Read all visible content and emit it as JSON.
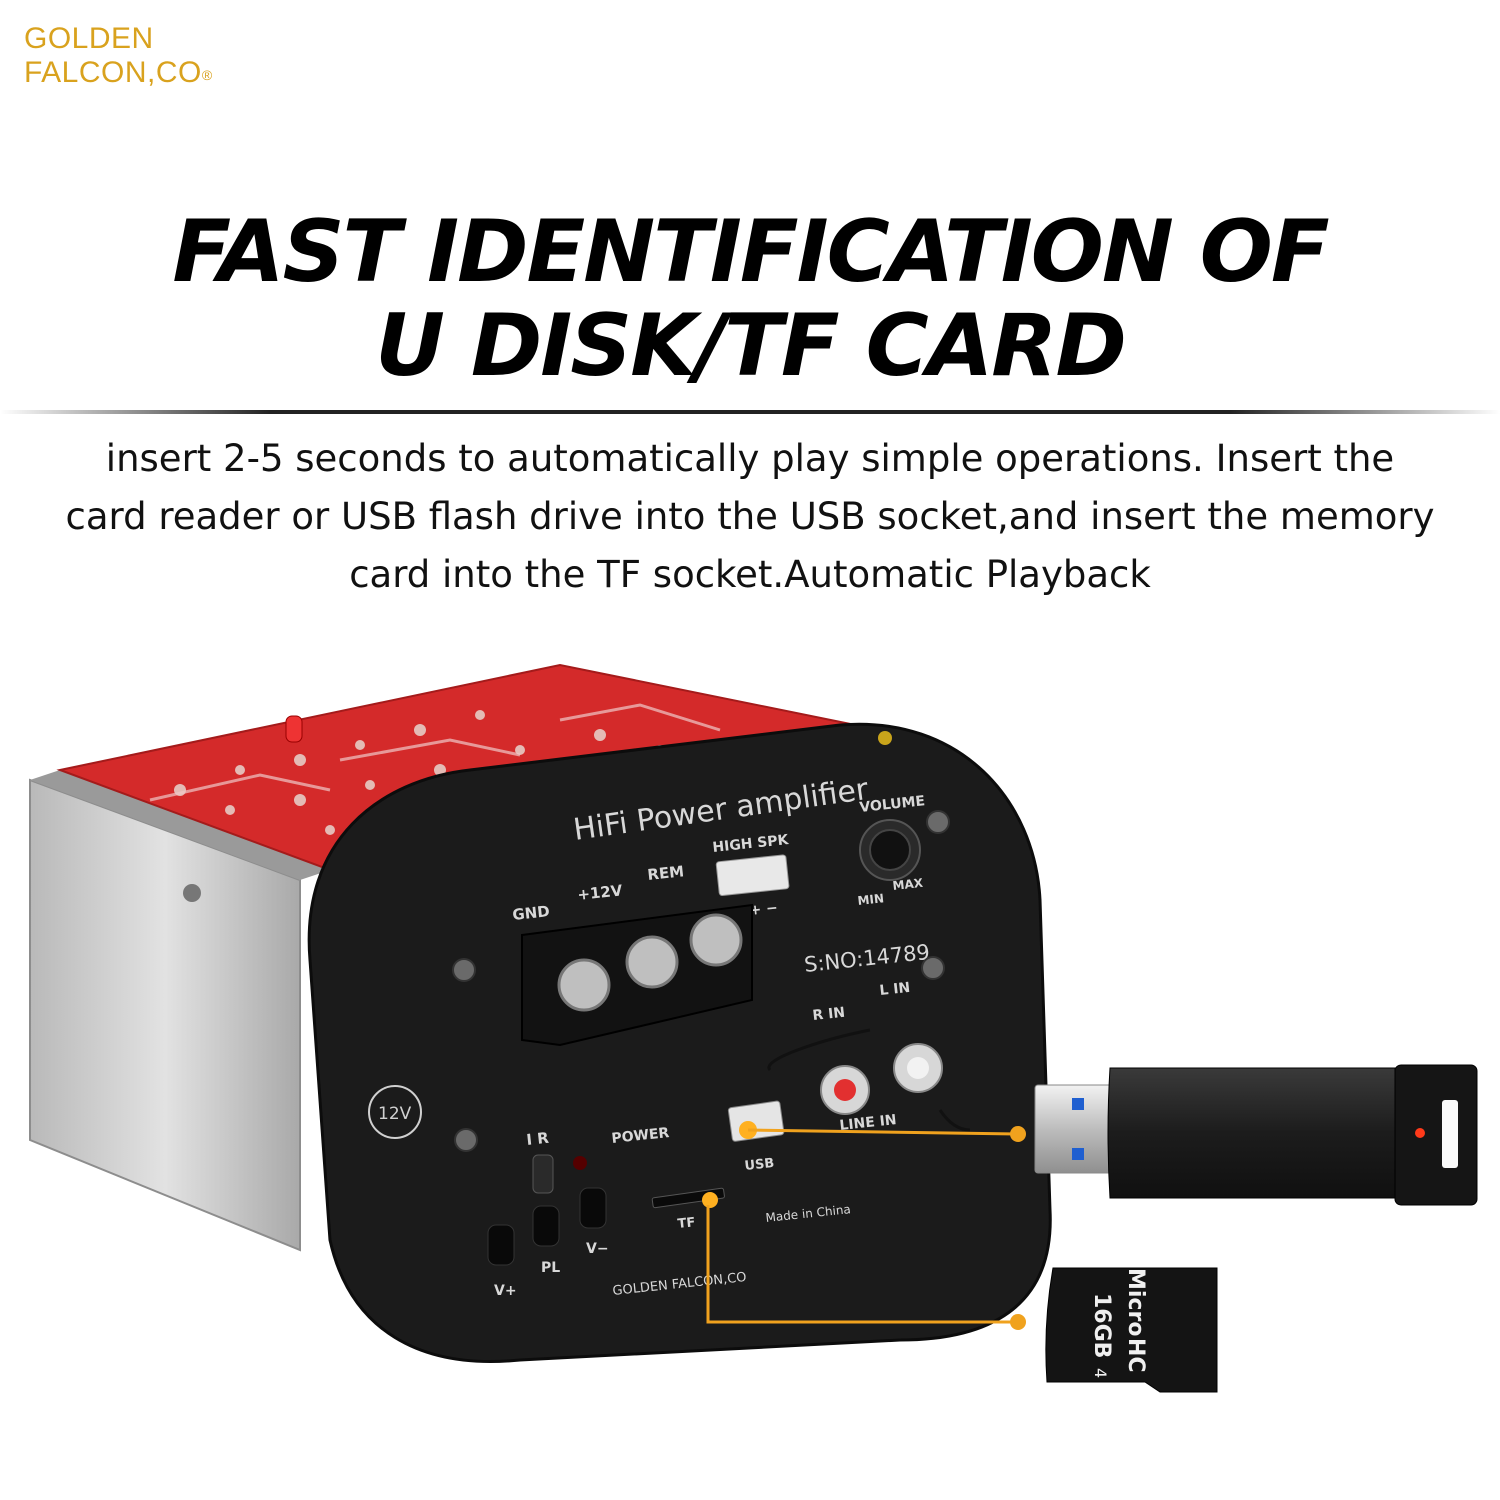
{
  "brand": {
    "line1": "GOLDEN",
    "line2": "FALCON,CO",
    "mark": "®",
    "color": "#d9a21e"
  },
  "headline": {
    "line1": "FAST IDENTIFICATION OF",
    "line2": "U DISK/TF CARD"
  },
  "description": "insert 2-5 seconds to automatically play simple operations. Insert the card reader or USB flash drive into the USB socket,and insert the memory card into the TF socket.Automatic Playback",
  "amplifier": {
    "title": "HiFi Power amplifier",
    "volume": "VOLUME",
    "min": "MIN",
    "max": "MAX",
    "high_spk": "HIGH SPK",
    "plus_minus": "+ −",
    "gnd": "GND",
    "plus12v": "+12V",
    "rem": "REM",
    "serial": "S:NO:14789",
    "r_in": "R IN",
    "l_in": "L IN",
    "line_in": "LINE IN",
    "badge_12v": "12V",
    "ir": "I R",
    "power": "POWER",
    "usb": "USB",
    "tf": "TF",
    "made_in": "Made in China",
    "maker": "GOLDEN FALCON,CO",
    "v_plus": "V+",
    "pl": "PL",
    "v_minus": "V−"
  },
  "sd_card": {
    "capacity": "16GB",
    "brand": "Micro",
    "type": "HC",
    "class": "4"
  },
  "colors": {
    "callout": "#f0a21e",
    "panel": "#1b1b1b",
    "pcb": "#d42a2a",
    "metal": "#c8c8c8"
  }
}
